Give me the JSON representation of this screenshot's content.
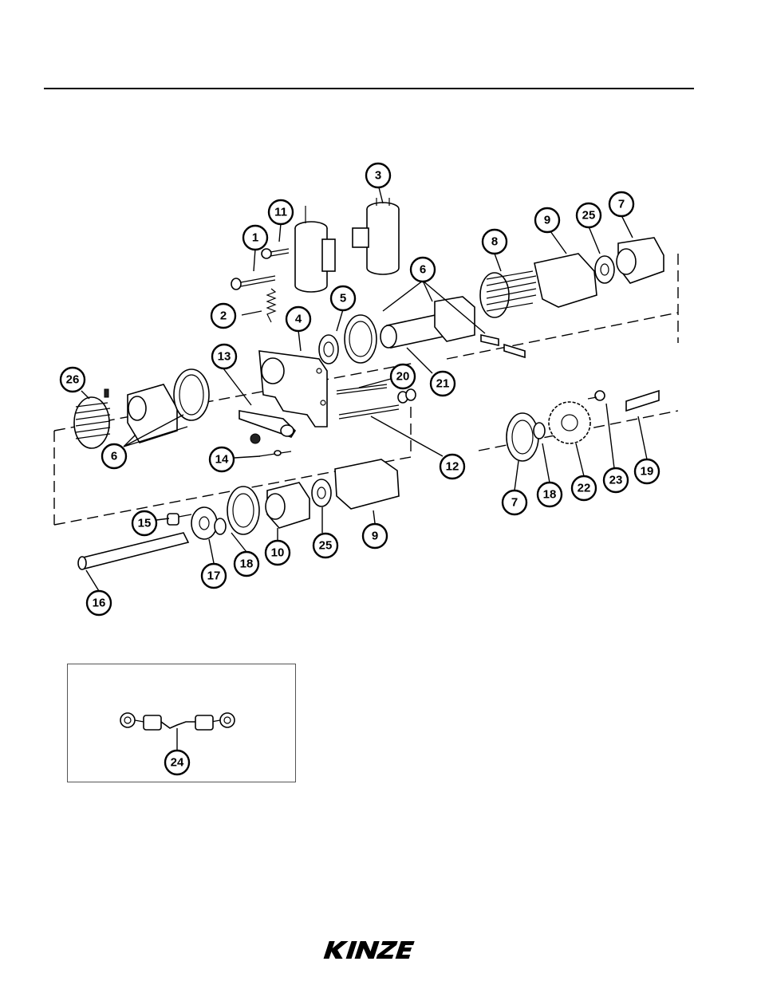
{
  "brand": {
    "name": "KINZE"
  },
  "callouts": [
    {
      "label": "1"
    },
    {
      "label": "2"
    },
    {
      "label": "3"
    },
    {
      "label": "4"
    },
    {
      "label": "5"
    },
    {
      "label": "6"
    },
    {
      "label": "6"
    },
    {
      "label": "7"
    },
    {
      "label": "7"
    },
    {
      "label": "8"
    },
    {
      "label": "9"
    },
    {
      "label": "9"
    },
    {
      "label": "10"
    },
    {
      "label": "11"
    },
    {
      "label": "12"
    },
    {
      "label": "13"
    },
    {
      "label": "14"
    },
    {
      "label": "15"
    },
    {
      "label": "16"
    },
    {
      "label": "17"
    },
    {
      "label": "18"
    },
    {
      "label": "18"
    },
    {
      "label": "19"
    },
    {
      "label": "20"
    },
    {
      "label": "21"
    },
    {
      "label": "22"
    },
    {
      "label": "23"
    },
    {
      "label": "24"
    },
    {
      "label": "25"
    },
    {
      "label": "25"
    },
    {
      "label": "26"
    }
  ]
}
